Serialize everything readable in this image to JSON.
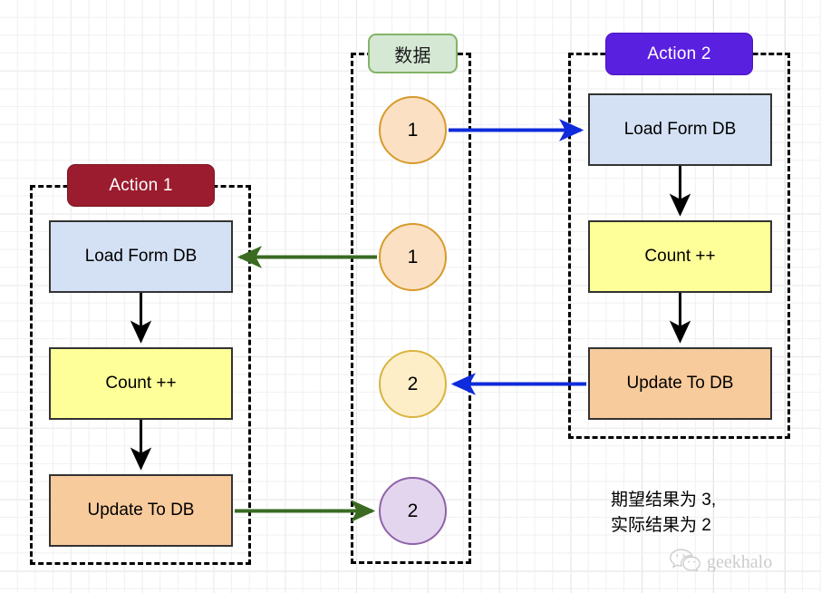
{
  "diagram": {
    "title_note": "期望结果为 3,\n实际结果为 2",
    "watermark_text": "geekhalo",
    "watermark_icon": "wechat-icon"
  },
  "lanes": [
    {
      "id": "action1",
      "label": "Action 1",
      "accent": "#9b1c2e",
      "nodes": [
        {
          "id": "a1-load",
          "label": "Load Form DB",
          "color": "#d4e1f5"
        },
        {
          "id": "a1-count",
          "label": "Count ++",
          "color": "#ffff99"
        },
        {
          "id": "a1-update",
          "label": "Update To DB",
          "color": "#f8cb9c"
        }
      ]
    },
    {
      "id": "data",
      "label": "数据",
      "accent": "#82b366",
      "circles": [
        {
          "id": "d1",
          "value": "1",
          "fill": "#fbe0c4",
          "stroke": "#d79b2b"
        },
        {
          "id": "d2",
          "value": "1",
          "fill": "#fbe0c4",
          "stroke": "#d79b2b"
        },
        {
          "id": "d3",
          "value": "2",
          "fill": "#fdeec8",
          "stroke": "#d9b441"
        },
        {
          "id": "d4",
          "value": "2",
          "fill": "#e4d5ee",
          "stroke": "#8f62aa"
        }
      ]
    },
    {
      "id": "action2",
      "label": "Action 2",
      "accent": "#5a20e0",
      "nodes": [
        {
          "id": "a2-load",
          "label": "Load Form DB",
          "color": "#d4e1f5"
        },
        {
          "id": "a2-count",
          "label": "Count ++",
          "color": "#ffff99"
        },
        {
          "id": "a2-update",
          "label": "Update To DB",
          "color": "#f8cb9c"
        }
      ]
    }
  ],
  "edges": [
    {
      "id": "e-d1-a2load",
      "from": "d1",
      "to": "a2-load",
      "color": "#0f2bdb",
      "direction": "right"
    },
    {
      "id": "e-d2-a1load",
      "from": "d2",
      "to": "a1-load",
      "color": "#3a6b21",
      "direction": "left"
    },
    {
      "id": "e-a2update-d3",
      "from": "a2-update",
      "to": "d3",
      "color": "#0f2bdb",
      "direction": "left"
    },
    {
      "id": "e-a1update-d4",
      "from": "a1-update",
      "to": "d4",
      "color": "#3a6b21",
      "direction": "right"
    }
  ]
}
